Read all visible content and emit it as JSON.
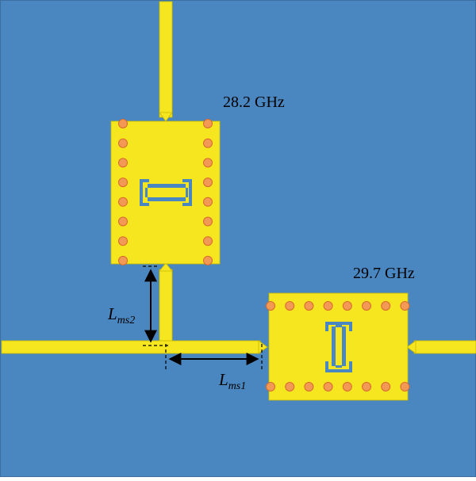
{
  "colors": {
    "background": "#4a86c0",
    "substrate_border": "#3d6f9e",
    "metal": "#f5e61f",
    "metal_edge": "#c9b800",
    "via_fill": "#f29a55",
    "via_edge": "#d9692b",
    "slot": "#4a86c0",
    "dimension": "#000000"
  },
  "labels": {
    "freq_top": "28.2 GHz",
    "freq_right": "29.7 GHz",
    "lms2_main": "L",
    "lms2_sub": "ms2",
    "lms1_main": "L",
    "lms1_sub": "ms1"
  },
  "resonators": [
    {
      "id": "top",
      "frequency": "28.2 GHz",
      "via_rows": "2 vertical columns of 8 vias"
    },
    {
      "id": "right",
      "frequency": "29.7 GHz",
      "via_rows": "2 horizontal rows of 8 vias"
    }
  ]
}
